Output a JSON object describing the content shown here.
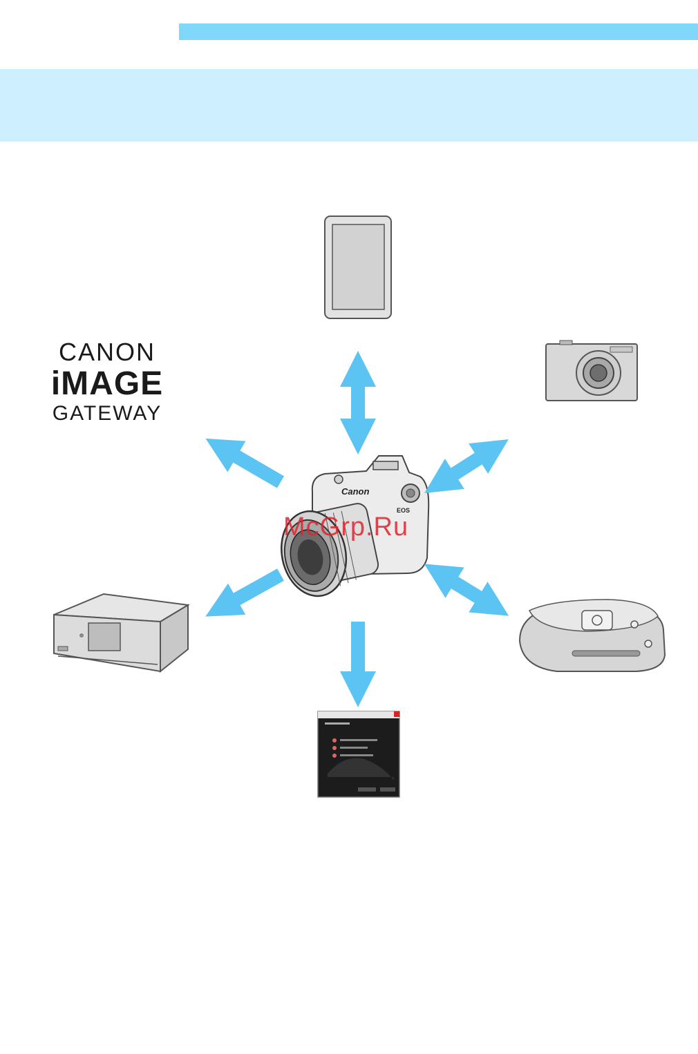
{
  "logo": {
    "line1": "CANON",
    "line2": "iMAGE",
    "line3": "GATEWAY"
  },
  "camera": {
    "brand": "Canon",
    "model": "EOS"
  },
  "watermark": "McGrp.Ru",
  "colors": {
    "top_bar": "#7fd8fa",
    "banner": "#cdefff",
    "arrow": "#5bc4f2",
    "device_fill": "#d6d6d6",
    "device_stroke": "#555555"
  }
}
